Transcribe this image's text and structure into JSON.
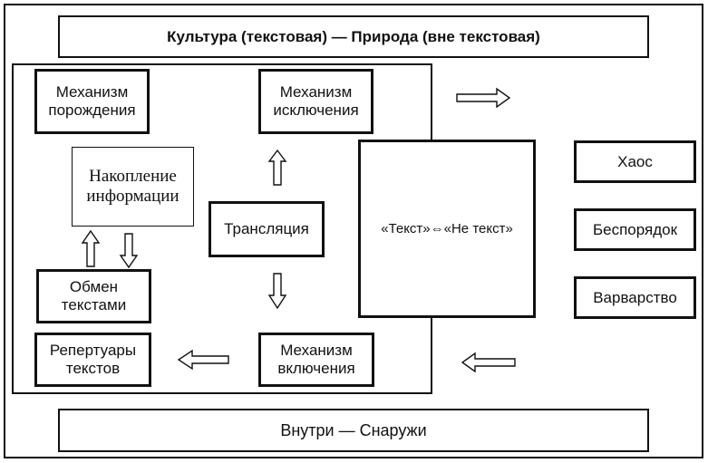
{
  "top_banner": "Культура (текстовая) — Природа (вне текстовая)",
  "bottom_banner": "Внутри — Снаружи",
  "inner": {
    "generation": "Механизм\nпорождения",
    "exclusion": "Механизм\nисключения",
    "accumulation": "Накопление\nинформации",
    "translation": "Трансляция",
    "exchange": "Обмен\nтекстами",
    "repertoires": "Репертуары\nтекстов",
    "inclusion": "Механизм\nвключения"
  },
  "center": "«Текст»⇔«Не текст»",
  "outer": {
    "chaos": "Хаос",
    "disorder": "Беспорядок",
    "barbarism": "Варварство"
  }
}
